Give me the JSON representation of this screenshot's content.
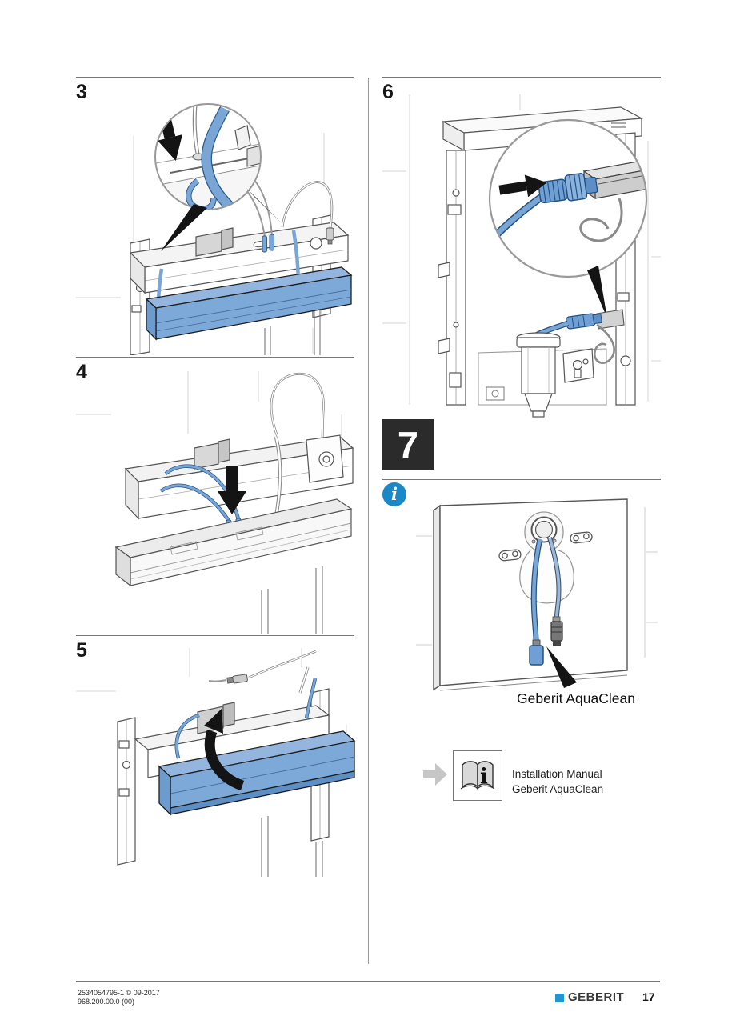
{
  "steps": {
    "s3": "3",
    "s4": "4",
    "s5": "5",
    "s6": "6",
    "s7": "7"
  },
  "icons": {
    "info_glyph": "i",
    "book_glyph": "i"
  },
  "callout": {
    "aquaclean_label": "Geberit AquaClean"
  },
  "manual_reference": {
    "line1": "Installation Manual",
    "line2": "Geberit AquaClean"
  },
  "footer": {
    "doc_number": "2534054795-1 © 09-2017",
    "doc_code": "968.200.00.0 (00)",
    "brand": "GEBERIT",
    "page_number": "17"
  },
  "colors": {
    "tray_blue": "#7da9d9",
    "cable_blue": "#7aa6d6",
    "info_blue": "#1a87c8",
    "brand_blue": "#2095d0",
    "step_box_black": "#2b2b2b",
    "arrow_black": "#141414"
  }
}
